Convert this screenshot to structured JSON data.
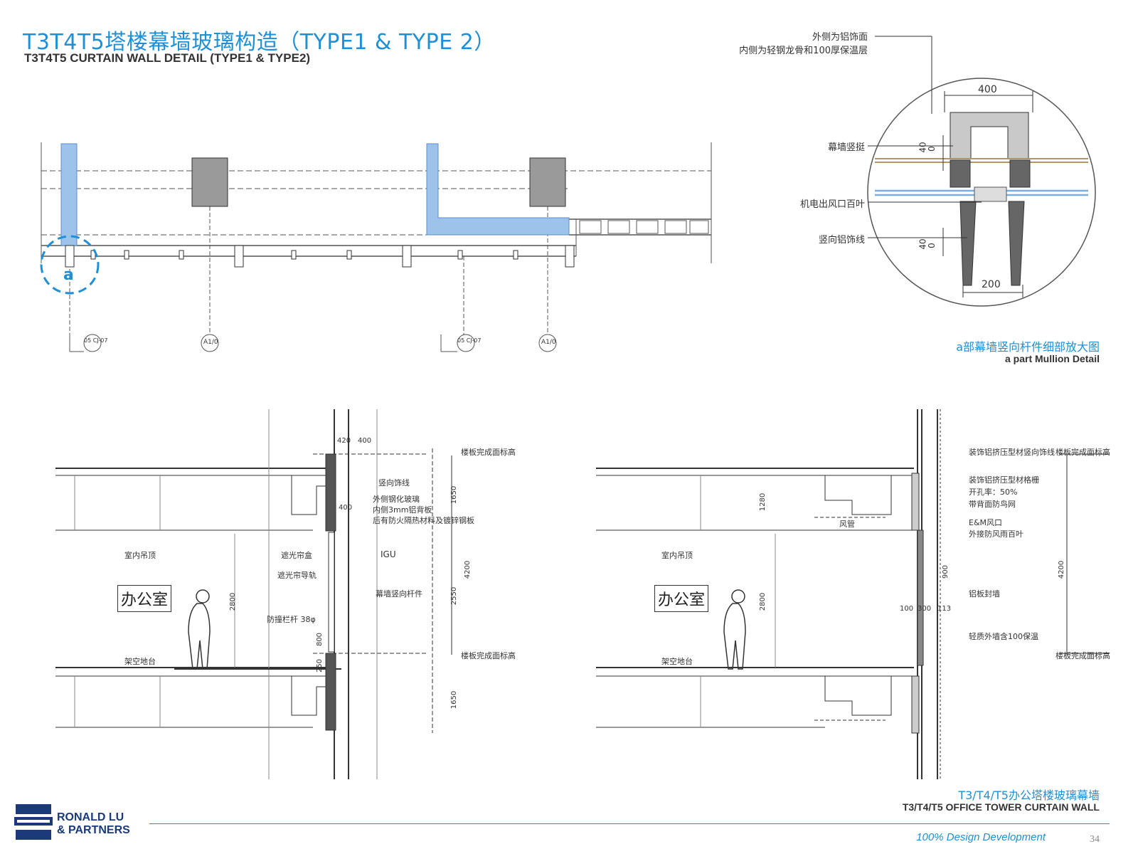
{
  "header": {
    "title_cn": "T3T4T5塔楼幕墙玻璃构造（TYPE1 & TYPE 2）",
    "title_en": "T3T4T5 CURTAIN WALL DETAIL (TYPE1 & TYPE2)"
  },
  "plan": {
    "marker": "a",
    "grid_tags": [
      "05 CJ-07",
      "A1/0",
      "05 CJ-07",
      "A1/0"
    ]
  },
  "detail_a": {
    "labels": {
      "outer_1": "外侧为铝饰面",
      "outer_2": "内侧为轻钢龙骨和100厚保温层",
      "mullion": "幕墙竖挺",
      "louver": "机电出风口百叶",
      "fin": "竖向铝饰线"
    },
    "dims": {
      "top": "400",
      "bottom": "200",
      "v1": "40",
      "v1b": "0",
      "v2": "40",
      "v2b": "0"
    },
    "caption_cn": "a部幕墙竖向杆件细部放大图",
    "caption_en": "a part Mullion Detail"
  },
  "section1": {
    "room": "办公室",
    "labels": {
      "fin": "竖向饰线",
      "glass": "外侧钢化玻璃",
      "panel_1": "内侧3mm铝背板",
      "panel_2": "后有防火隔热材料及镀锌钢板",
      "ceiling": "室内吊顶",
      "box": "遮光帘盒",
      "track": "遮光帘导轨",
      "igu": "IGU",
      "mullion": "幕墙竖向杆件",
      "rail": "防撞栏杆 38φ",
      "floor": "架空地台",
      "level_top": "楼板完成面标高",
      "level_bot": "楼板完成面标高"
    },
    "dims": {
      "d420": "420",
      "d400": "400",
      "d1650a": "1650",
      "d4200": "4200",
      "d2550": "2550",
      "d2800": "2800",
      "d800": "800",
      "d250": "250",
      "d1650b": "1650",
      "d400b": "400"
    }
  },
  "section2": {
    "room": "办公室",
    "labels": {
      "fin": "装饰铝挤压型材竖向饰线",
      "grille_1": "装饰铝挤压型材格栅",
      "grille_2": "开孔率：50%",
      "grille_3": "带背面防鸟网",
      "duct": "风管",
      "em_1": "E&M风口",
      "em_2": "外接防风雨百叶",
      "ceiling": "室内吊顶",
      "wall": "铝板封墙",
      "insul": "轻质外墙含100保温",
      "floor": "架空地台",
      "level_top": "楼板完成面标高",
      "level_bot": "楼板完成面标高"
    },
    "dims": {
      "d1280": "1280",
      "d4200": "4200",
      "d2800": "2800",
      "d900": "900",
      "d100": "100",
      "d300": "300",
      "d113": "113"
    }
  },
  "footer": {
    "caption_cn": "T3/T4/T5办公塔楼玻璃幕墙",
    "caption_en": "T3/T4/T5 OFFICE TOWER CURTAIN WALL",
    "logo_line1": "RONALD LU",
    "logo_line2": "& PARTNERS",
    "stage": "100% Design Development",
    "page": "34"
  },
  "colors": {
    "accent": "#1f8fd6",
    "logo": "#1a3a7a",
    "column": "#9a9a9a",
    "glass": "#7aaee0"
  }
}
